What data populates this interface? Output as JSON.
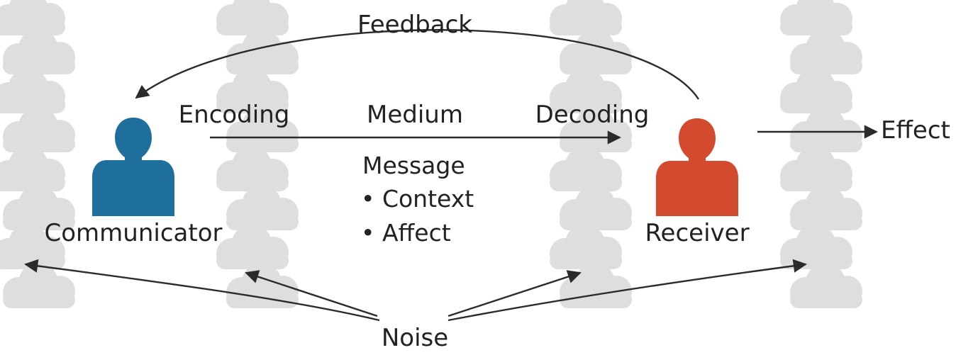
{
  "labels": {
    "feedback": "Feedback",
    "encoding": "Encoding",
    "medium": "Medium",
    "decoding": "Decoding",
    "effect": "Effect",
    "communicator": "Communicator",
    "receiver": "Receiver",
    "message": "Message",
    "context": "• Context",
    "affect": "• Affect",
    "noise": "Noise"
  },
  "colors": {
    "communicator": "#1f6f9c",
    "receiver": "#d44a2f",
    "cloud": "#d9d9d9",
    "arrow": "#2b2b2b",
    "text": "#222222"
  },
  "icons": {
    "communicator": "person-icon",
    "receiver": "person-icon",
    "noise": "cloud-icon"
  }
}
